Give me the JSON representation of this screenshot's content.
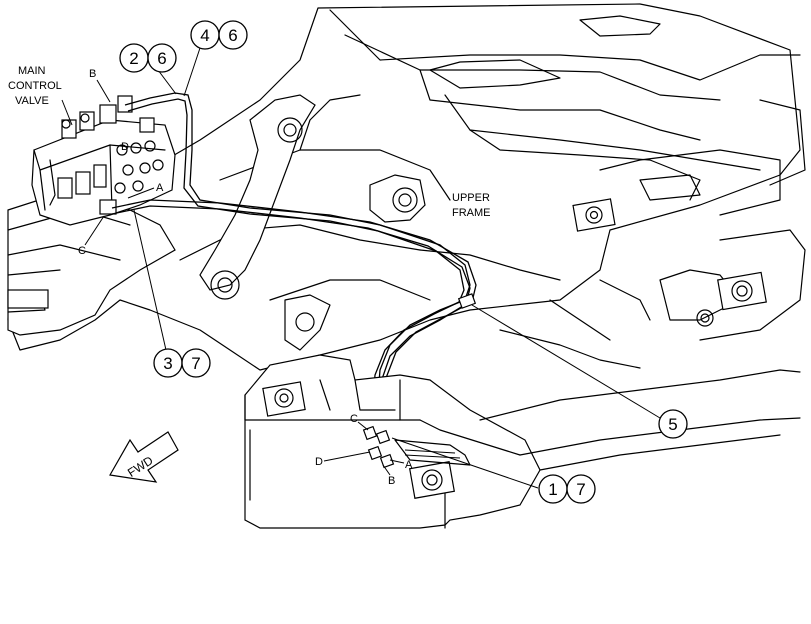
{
  "labels": {
    "main_control_valve": [
      "MAIN",
      "CONTROL",
      "VALVE"
    ],
    "upper_frame": [
      "UPPER",
      "FRAME"
    ],
    "fwd": "FWD"
  },
  "ports_valve": {
    "b": "B",
    "d": "D",
    "a": "A",
    "c": "C"
  },
  "ports_motor": {
    "c": "C",
    "d": "D",
    "a": "A",
    "b": "B"
  },
  "callouts": {
    "c1": [
      "2",
      "6"
    ],
    "c2": [
      "4",
      "6"
    ],
    "c3": [
      "3",
      "7"
    ],
    "c4": [
      "5"
    ],
    "c5": [
      "1",
      "7"
    ]
  }
}
